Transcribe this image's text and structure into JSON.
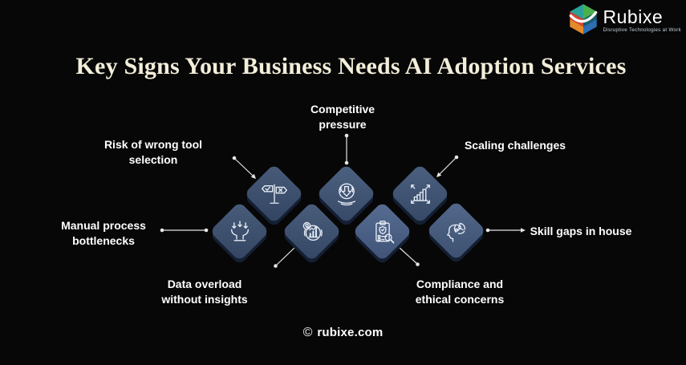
{
  "logo": {
    "brand": "Rubixe",
    "tagline": "Disruptive Technologies at Work",
    "icon": "rubixe-cube-icon"
  },
  "title": "Key Signs Your Business Needs AI Adoption Services",
  "signs": [
    {
      "label": "Manual process\nbottlenecks",
      "icon": "bottleneck-funnel-icon",
      "color": "#3b5071"
    },
    {
      "label": "Risk of wrong tool\nselection",
      "icon": "signpost-check-x-icon",
      "color": "#3a4f70"
    },
    {
      "label": "Data overload\nwithout insights",
      "icon": "magnifier-chart-icon",
      "color": "#3c5273"
    },
    {
      "label": "Competitive\npressure",
      "icon": "pressure-impact-icon",
      "color": "#3f5577"
    },
    {
      "label": "Compliance and\nethical concerns",
      "icon": "clipboard-audit-icon",
      "color": "#4a618a"
    },
    {
      "label": "Scaling challenges",
      "icon": "growth-bars-expand-icon",
      "color": "#3e5476"
    },
    {
      "label": "Skill gaps in house",
      "icon": "head-puzzle-icon",
      "color": "#465d82"
    }
  ],
  "footer": {
    "symbol": "©",
    "site": "rubixe.com"
  },
  "colors": {
    "background": "#070707",
    "title": "#f3eeda",
    "label": "#ffffff",
    "connector": "#e6e6e6",
    "icon_stroke": "#e7edf6",
    "diamond_shadow": "#141f33"
  }
}
